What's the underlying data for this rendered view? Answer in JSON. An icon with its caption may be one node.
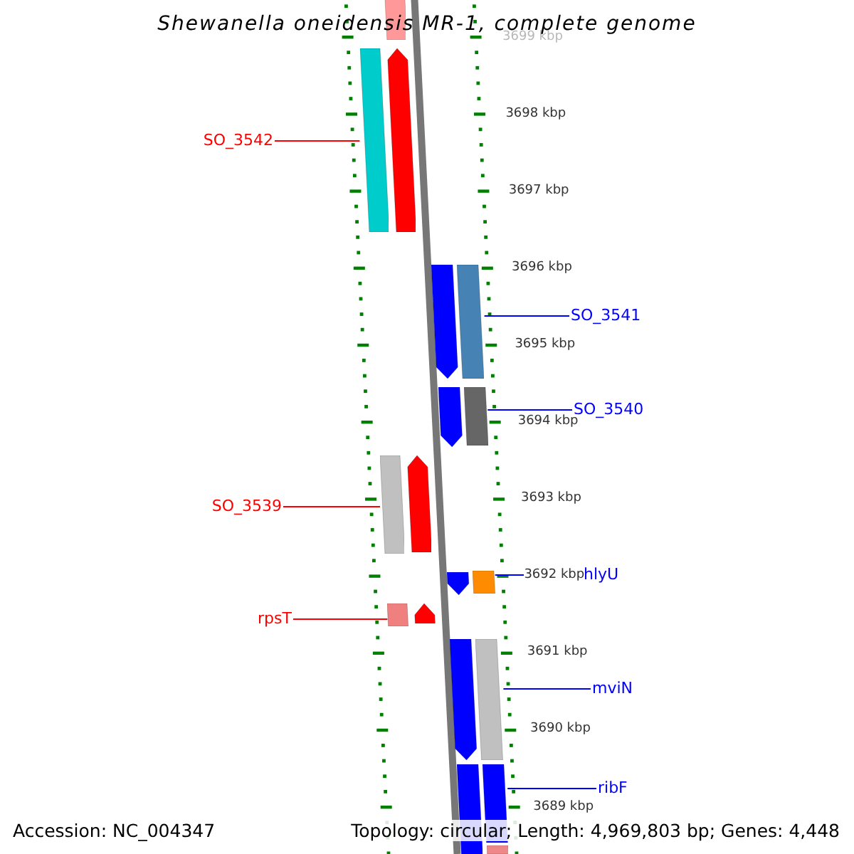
{
  "diagram": {
    "title": "Shewanella oneidensis MR-1, complete genome",
    "nodes": [
      {
        "text": [
          "SO_3542"
        ]
      },
      {
        "text": [],
        "shape": "bar"
      },
      {
        "text": [],
        "shape": "bar"
      },
      {
        "text": [],
        "shape": "pentagon"
      },
      {
        "text": [
          "SO_3541"
        ]
      },
      {
        "text": [],
        "shape": "pentagon"
      },
      {
        "text": [],
        "shape": "bar"
      },
      {
        "text": [
          "SO_3540"
        ]
      },
      {
        "text": [],
        "shape": "pentagon"
      },
      {
        "text": [],
        "shape": "bar"
      },
      {
        "text": [
          "SO_3539"
        ]
      },
      {
        "text": [],
        "shape": "bar"
      },
      {
        "text": [],
        "shape": "pentagon"
      },
      {
        "text": [
          "hlyU"
        ]
      },
      {
        "text": [],
        "shape": "pentagon"
      },
      {
        "text": [],
        "shape": "bar"
      },
      {
        "text": [
          "rpsT"
        ]
      },
      {
        "text": [],
        "shape": "bar"
      },
      {
        "text": [],
        "shape": "pentagon"
      },
      {
        "text": [
          "mviN"
        ]
      },
      {
        "text": [],
        "shape": "pentagon"
      },
      {
        "text": [],
        "shape": "bar"
      },
      {
        "text": [
          "ribF"
        ]
      },
      {
        "text": [],
        "shape": "bar"
      },
      {
        "text": [],
        "shape": "bar"
      },
      {
        "text": [],
        "shape": "bar"
      }
    ],
    "edges": [
      {
        "from": 0,
        "to": 2,
        "arrow": "none",
        "color": "#ff0000"
      },
      {
        "from": 4,
        "to": 6,
        "arrow": "none"
      },
      {
        "from": 7,
        "to": 9,
        "arrow": "none"
      },
      {
        "from": 10,
        "to": 11,
        "arrow": "none",
        "color": "#ff0000"
      },
      {
        "from": 13,
        "to": 15,
        "arrow": "none"
      },
      {
        "from": 16,
        "to": 17,
        "arrow": "none",
        "color": "#ff0000"
      },
      {
        "from": 19,
        "to": 21,
        "arrow": "none"
      },
      {
        "from": 22,
        "to": 24,
        "arrow": "none"
      }
    ],
    "labels": [
      "3699 kbp",
      "3698 kbp",
      "3697 kbp",
      "3696 kbp",
      "3695 kbp",
      "3694 kbp",
      "3693 kbp",
      "3692 kbp",
      "3691 kbp",
      "3690 kbp",
      "3689 kbp",
      "Accession: NC_004347",
      "Topology: circular; Length: 4,969,803 bp; Genes: 4,448"
    ]
  }
}
